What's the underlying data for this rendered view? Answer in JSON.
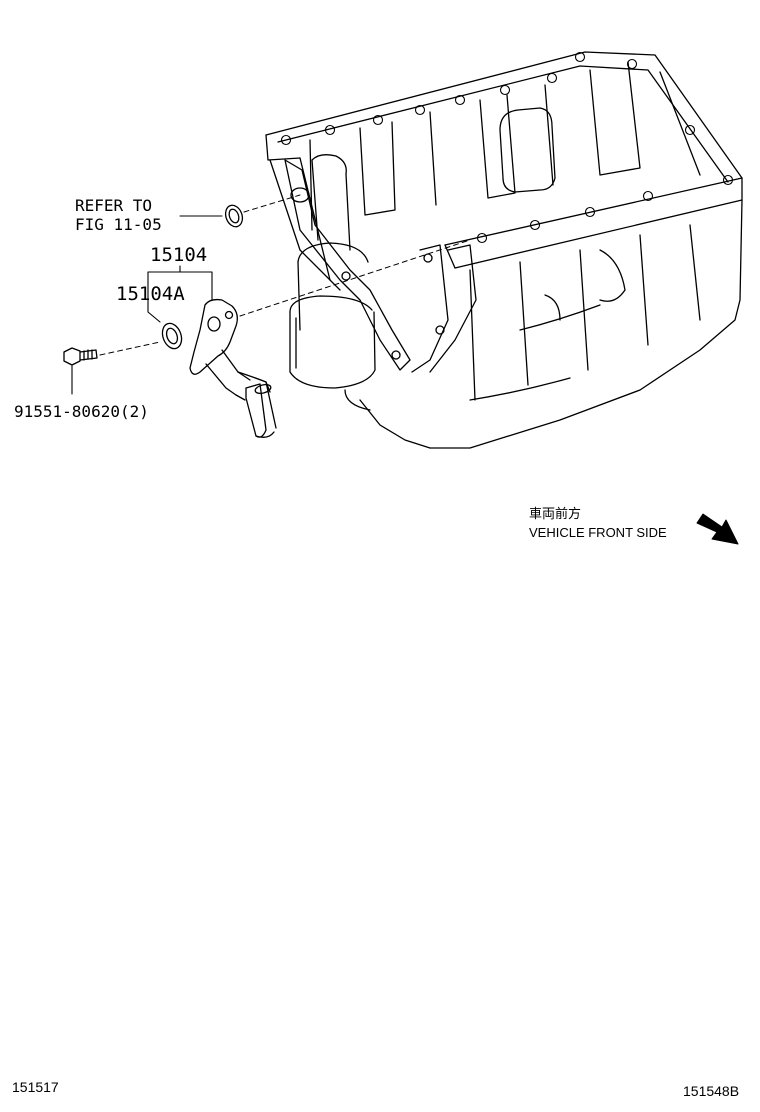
{
  "labels": {
    "refer_line1": "REFER TO",
    "refer_line2": "FIG 11-05",
    "part_15104": "15104",
    "part_15104a": "15104A",
    "part_bolt": "91551-80620(2)",
    "front_jp": "車両前方",
    "front_en": "VEHICLE FRONT SIDE"
  },
  "footer": {
    "left_code": "151517",
    "right_code": "151548B"
  }
}
